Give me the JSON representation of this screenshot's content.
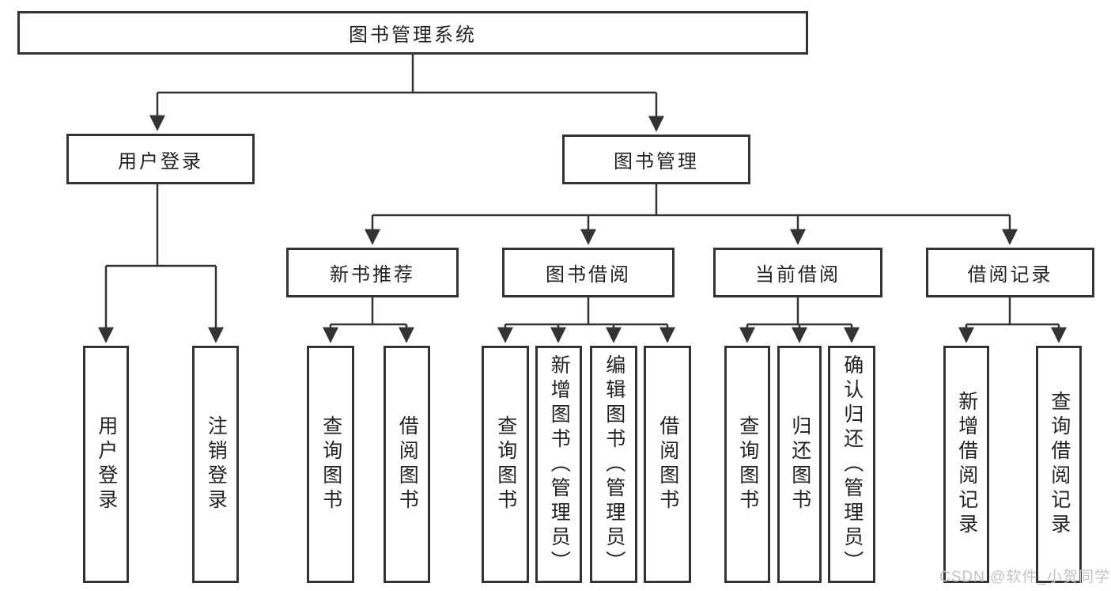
{
  "diagram": {
    "root": {
      "label": "图书管理系统"
    },
    "user_branch": {
      "label": "用户登录",
      "leaves": [
        "用户登录",
        "注销登录"
      ]
    },
    "book_branch": {
      "label": "图书管理",
      "children": [
        {
          "label": "新书推荐",
          "leaves": [
            "查询图书",
            "借阅图书"
          ]
        },
        {
          "label": "图书借阅",
          "leaves": [
            "查询图书",
            "新增图书（管理员）",
            "编辑图书（管理员）",
            "借阅图书"
          ]
        },
        {
          "label": "当前借阅",
          "leaves": [
            "查询图书",
            "归还图书",
            "确认归还（管理员）"
          ]
        },
        {
          "label": "借阅记录",
          "leaves": [
            "新增借阅记录",
            "查询借阅记录"
          ]
        }
      ]
    },
    "colors": {
      "line": "#333333",
      "text": "#222222",
      "background": "#ffffff",
      "watermark": "#c3c3c3"
    }
  },
  "watermark": {
    "text": "CSDN @软件_小贺同学"
  }
}
